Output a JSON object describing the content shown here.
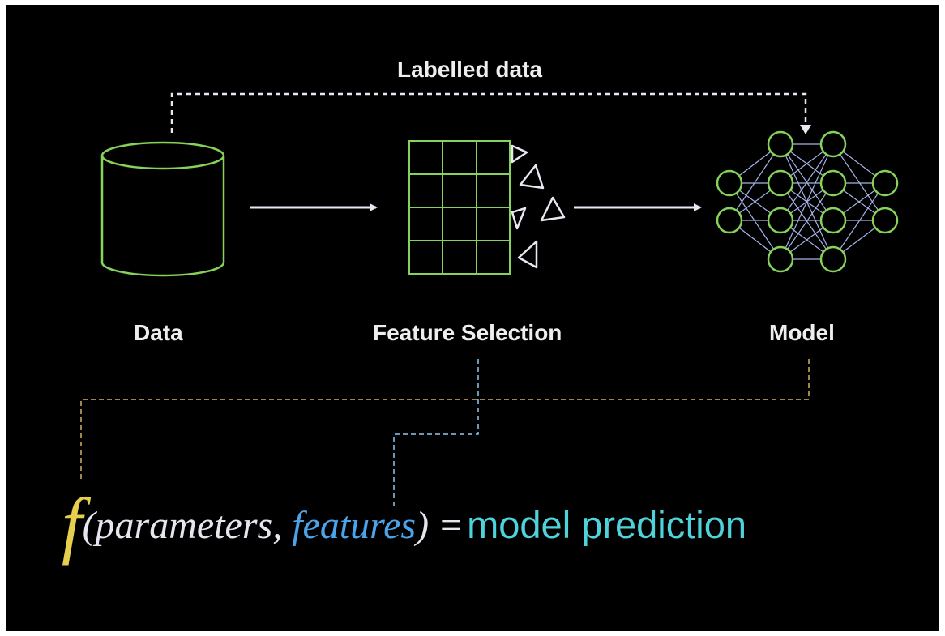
{
  "labels": {
    "top_arrow": "Labelled data",
    "data": "Data",
    "feature_selection": "Feature Selection",
    "model": "Model"
  },
  "formula": {
    "function_symbol": "f",
    "open_paren": "(",
    "parameters": "parameters,",
    "features": "features",
    "close_paren": ")",
    "equals": "=",
    "result": "model prediction"
  },
  "colors": {
    "background": "#000000",
    "icon_green": "#86d25a",
    "arrow_white": "#e8e8f4",
    "network_lines": "#b8c8ff",
    "function_yellow": "#e6cf4f",
    "formula_text": "#e6e6ee",
    "features_blue": "#4ba3ea",
    "result_cyan": "#4fd3da",
    "dashed_yellow": "#d7b25a",
    "dashed_blue": "#8ecaf0"
  },
  "icons": {
    "data": "database-cylinder-icon",
    "feature_selection": "feature-grid-icon",
    "model": "neural-network-icon"
  }
}
